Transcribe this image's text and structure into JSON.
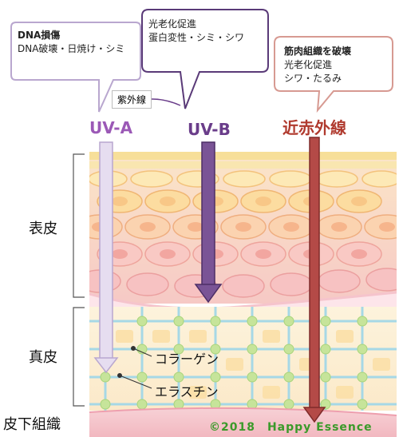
{
  "callouts": {
    "uva": {
      "title": "DNA損傷",
      "line": "DNA破壊・日焼け・シミ"
    },
    "uvb": {
      "title": "光老化促進",
      "line": "蛋白変性・シミ・シワ"
    },
    "ir": {
      "title": "筋肉組織を破壊",
      "line1": "光老化促進",
      "line2": "シワ・たるみ"
    }
  },
  "uv_box": "紫外線",
  "rays": {
    "uva": {
      "label": "UV-A",
      "color": "#9b59b6"
    },
    "uvb": {
      "label": "UV-B",
      "color": "#6a3d8a"
    },
    "ir": {
      "label": "近赤外線",
      "color": "#b03a2e"
    }
  },
  "layers": {
    "epidermis": "表皮",
    "dermis": "真皮",
    "subcutaneous": "皮下組織"
  },
  "fibers": {
    "collagen": "コラーゲン",
    "elastin": "エラスチン"
  },
  "copyright": "©2018　Happy Essence"
}
